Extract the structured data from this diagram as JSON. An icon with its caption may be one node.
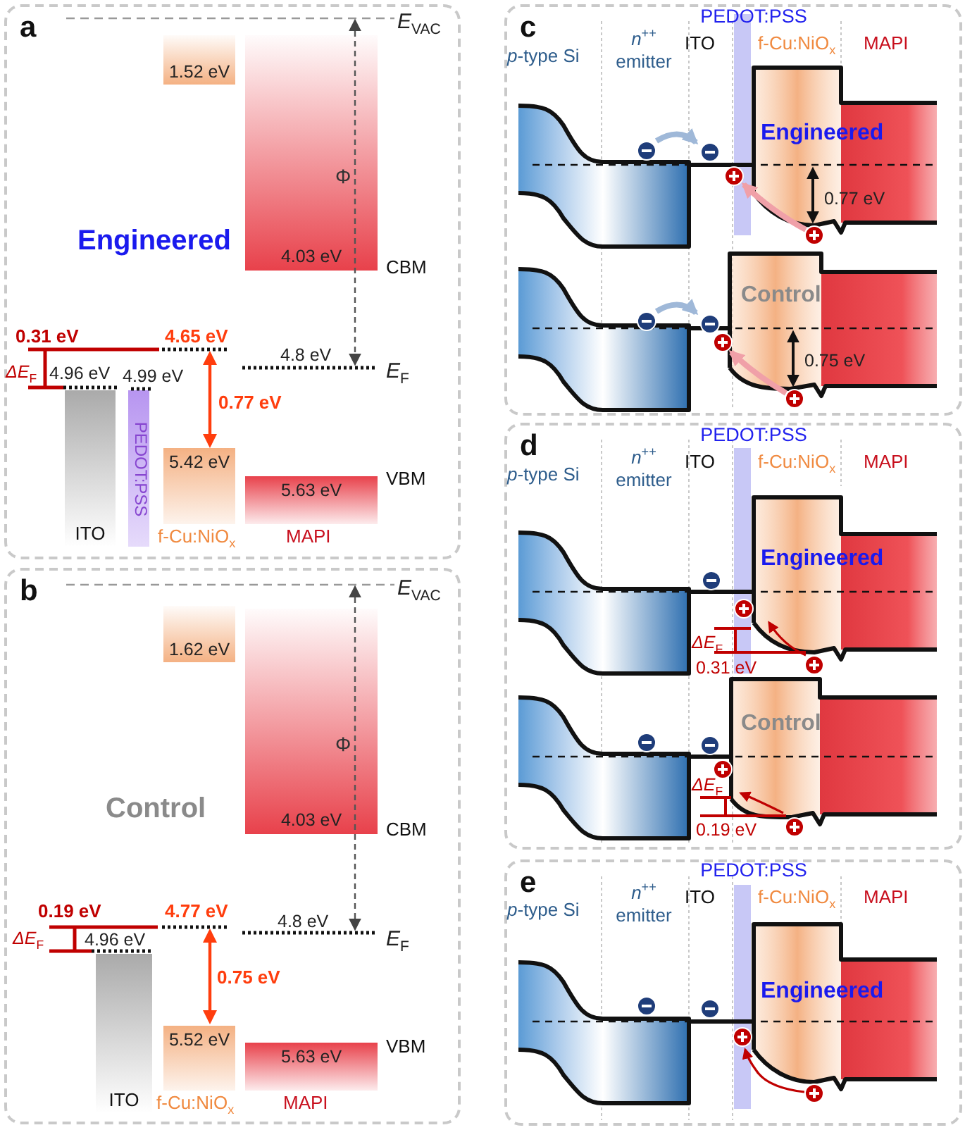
{
  "diagram": {
    "nodes": [
      {
        "text": [
          "a"
        ]
      },
      {
        "text": [
          "1.52 eV"
        ],
        "in": 0
      },
      {
        "text": [
          "4.03 eV"
        ],
        "in": 0
      },
      {
        "text": [
          "ITO"
        ],
        "in": 0
      },
      {
        "text": [
          "PEDOT:PSS"
        ],
        "in": 0
      },
      {
        "text": [
          "5.42 eV"
        ],
        "in": 0
      },
      {
        "text": [
          "5.63 eV"
        ],
        "in": 0
      },
      {
        "text": [
          "b"
        ]
      },
      {
        "text": [
          "1.62 eV"
        ],
        "in": 7
      },
      {
        "text": [
          "4.03 eV"
        ],
        "in": 7
      },
      {
        "text": [
          "ITO"
        ],
        "in": 7
      },
      {
        "text": [
          "5.52 eV"
        ],
        "in": 7
      },
      {
        "text": [
          "5.63 eV"
        ],
        "in": 7
      },
      {
        "text": [
          "c"
        ]
      },
      {
        "text": [
          "d"
        ]
      },
      {
        "text": [
          "e"
        ]
      }
    ],
    "labels": [
      "*E*$_{VAC}$",
      "Φ",
      "Engineered",
      "CBM",
      "0.31 eV",
      "4.65 eV",
      "4.8 eV",
      "*ΔE*$_{F}$",
      "4.96 eV",
      "4.99 eV",
      "*E*$_{F}$",
      "0.77 eV",
      "VBM",
      "f-Cu:NiO$_{x}$",
      "MAPI",
      "*E*$_{VAC}$",
      "Φ",
      "Control",
      "CBM",
      "0.19 eV",
      "4.77 eV",
      "4.8 eV",
      "*ΔE*$_{F}$",
      "4.96 eV",
      "*E*$_{F}$",
      "0.75 eV",
      "VBM",
      "f-Cu:NiO$_{x}$",
      "MAPI",
      "PEDOT:PSS",
      "*p*-type Si",
      "*n*$^{++}$ emitter",
      "ITO",
      "f-Cu:NiO$_{x}$",
      "MAPI",
      "Engineered",
      "0.77 eV",
      "Control",
      "0.75 eV",
      "PEDOT:PSS",
      "*p*-type Si",
      "*n*$^{++}$ emitter",
      "ITO",
      "f-Cu:NiO$_{x}$",
      "MAPI",
      "Engineered",
      "*ΔE*$_{F}$",
      "0.31 eV",
      "Control",
      "*ΔE*$_{F}$",
      "0.19 eV",
      "PEDOT:PSS",
      "*p*-type Si",
      "*n*$^{++}$ emitter",
      "ITO",
      "f-Cu:NiO$_{x}$",
      "MAPI",
      "Engineered"
    ]
  }
}
